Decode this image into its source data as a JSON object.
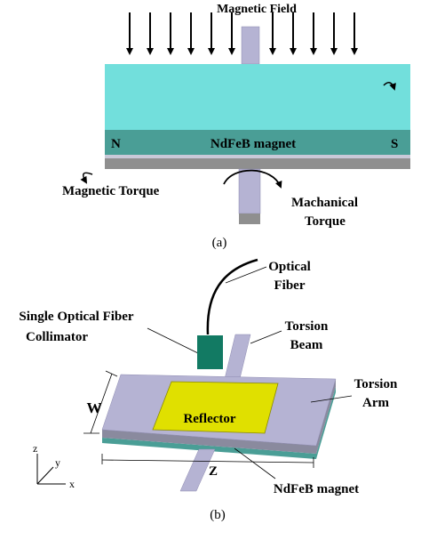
{
  "panel_a": {
    "magnetic_field": "Magnetic Field",
    "pole_n": "N",
    "magnet_label": "NdFeB magnet",
    "pole_s": "S",
    "magnetic_torque": "Magnetic Torque",
    "mechanical_torque_line1": "Machanical",
    "mechanical_torque_line2": "Torque",
    "caption": "(a)"
  },
  "panel_b": {
    "optical_fiber_line1": "Optical",
    "optical_fiber_line2": "Fiber",
    "collimator_line1": "Single Optical Fiber",
    "collimator_line2": "Collimator",
    "torsion_beam_line1": "Torsion",
    "torsion_beam_line2": "Beam",
    "torsion_arm_line1": "Torsion",
    "torsion_arm_line2": "Arm",
    "reflector": "Reflector",
    "dim_w": "W",
    "dim_z": "Z",
    "magnet_label": "NdFeB magnet",
    "axis_z": "z",
    "axis_y": "y",
    "axis_x": "x",
    "caption": "(b)"
  },
  "colors": {
    "cyan_top": "#72dfdc",
    "magnet_teal": "#4a9e96",
    "gray_plate": "#8f8f8f",
    "beam_lavender": "#b5b3d3",
    "reflector_yellow": "#e0e000",
    "collimator_green": "#127a63"
  }
}
